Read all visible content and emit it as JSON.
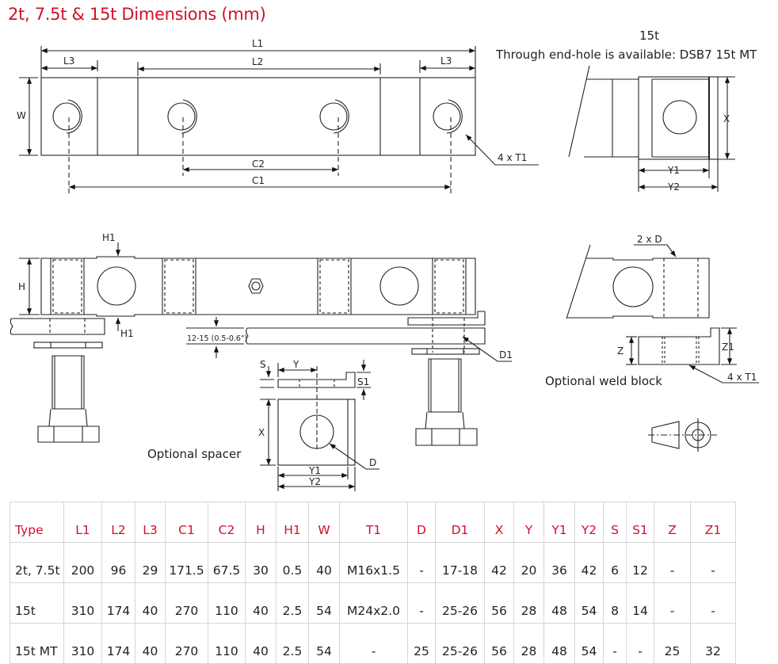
{
  "title": "2t, 7.5t & 15t Dimensions (mm)",
  "accent_color": "#d0112b",
  "top_view": {
    "labels": {
      "l1": "L1",
      "l2": "L2",
      "l3_left": "L3",
      "l3_right": "L3",
      "w": "W",
      "c1": "C1",
      "c2": "C2",
      "callout": "4 x T1"
    }
  },
  "end_view_15t": {
    "heading": "15t",
    "note": "Through end-hole is available: DSB7 15t MT",
    "labels": {
      "x": "X",
      "y1": "Y1",
      "y2": "Y2"
    }
  },
  "side_view": {
    "labels": {
      "h": "H",
      "h1_top": "H1",
      "h1_bottom": "H1",
      "gap": "12-15 (0.5-0.6\")",
      "d1": "D1"
    }
  },
  "spacer": {
    "caption": "Optional spacer",
    "labels": {
      "s": "S",
      "y": "Y",
      "s1": "S1",
      "x": "X",
      "d": "D",
      "y1": "Y1",
      "y2": "Y2"
    }
  },
  "weld_block": {
    "caption": "Optional weld block",
    "labels": {
      "two_d": "2 x D",
      "z": "Z",
      "z1": "Z1",
      "callout": "4 x T1"
    }
  },
  "projection_symbol": "first-angle-projection-icon",
  "table": {
    "headers": [
      "Type",
      "L1",
      "L2",
      "L3",
      "C1",
      "C2",
      "H",
      "H1",
      "W",
      "T1",
      "D",
      "D1",
      "X",
      "Y",
      "Y1",
      "Y2",
      "S",
      "S1",
      "Z",
      "Z1"
    ],
    "rows": [
      [
        "2t, 7.5t",
        "200",
        "96",
        "29",
        "171.5",
        "67.5",
        "30",
        "0.5",
        "40",
        "M16x1.5",
        "-",
        "17-18",
        "42",
        "20",
        "36",
        "42",
        "6",
        "12",
        "-",
        "-"
      ],
      [
        "15t",
        "310",
        "174",
        "40",
        "270",
        "110",
        "40",
        "2.5",
        "54",
        "M24x2.0",
        "-",
        "25-26",
        "56",
        "28",
        "48",
        "54",
        "8",
        "14",
        "-",
        "-"
      ],
      [
        "15t MT",
        "310",
        "174",
        "40",
        "270",
        "110",
        "40",
        "2.5",
        "54",
        "-",
        "25",
        "25-26",
        "56",
        "28",
        "48",
        "54",
        "-",
        "-",
        "25",
        "32"
      ]
    ]
  }
}
